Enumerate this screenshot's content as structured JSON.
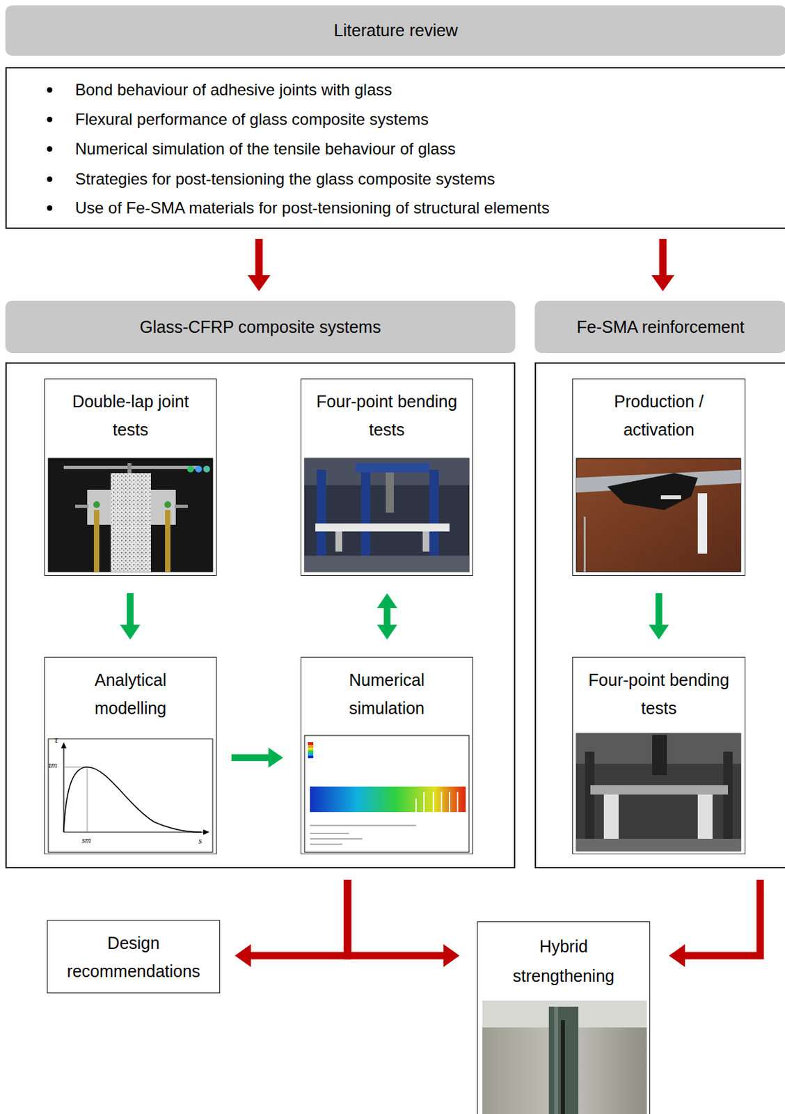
{
  "diagram": {
    "nodes": [
      {
        "text": [
          "Literature review",
          "Bond behaviour of adhesive joints with glass",
          "Flexural performance of glass composite systems",
          "Numerical simulation of the tensile behaviour of glass",
          "Strategies for post-tensioning the glass composite systems",
          "Use of Fe-SMA materials for post-tensioning of structural elements"
        ]
      },
      {
        "text": [
          "Glass-CFRP composite systems"
        ]
      },
      {
        "text": [
          "Double-lap joint tests"
        ],
        "in": 1
      },
      {
        "text": [
          "Four-point bending tests"
        ],
        "in": 1
      },
      {
        "text": [
          "Analytical modelling"
        ],
        "in": 1
      },
      {
        "text": [
          "Numerical simulation"
        ],
        "in": 1
      },
      {
        "text": [
          "Fe-SMA reinforcement"
        ]
      },
      {
        "text": [
          "Production / activation"
        ],
        "in": 6
      },
      {
        "text": [
          "Four-point bending tests"
        ],
        "in": 6
      },
      {
        "text": [
          "Design recommendations"
        ]
      },
      {
        "text": [
          "Hybrid strengthening"
        ]
      }
    ],
    "edges": [
      {
        "from": 0,
        "to": 1,
        "arrow": "to"
      },
      {
        "from": 0,
        "to": 6,
        "arrow": "to"
      },
      {
        "from": 2,
        "to": 4,
        "arrow": "to"
      },
      {
        "from": 3,
        "to": 5,
        "arrow": "both"
      },
      {
        "from": 4,
        "to": 5,
        "arrow": "to"
      },
      {
        "from": 7,
        "to": 8,
        "arrow": "to"
      },
      {
        "from": 1,
        "to": 9,
        "arrow": "to"
      },
      {
        "from": 1,
        "to": 10,
        "arrow": "to"
      },
      {
        "from": 6,
        "to": 10,
        "arrow": "to"
      }
    ],
    "labels": [
      "τ",
      "τm",
      "sm",
      "s"
    ]
  }
}
